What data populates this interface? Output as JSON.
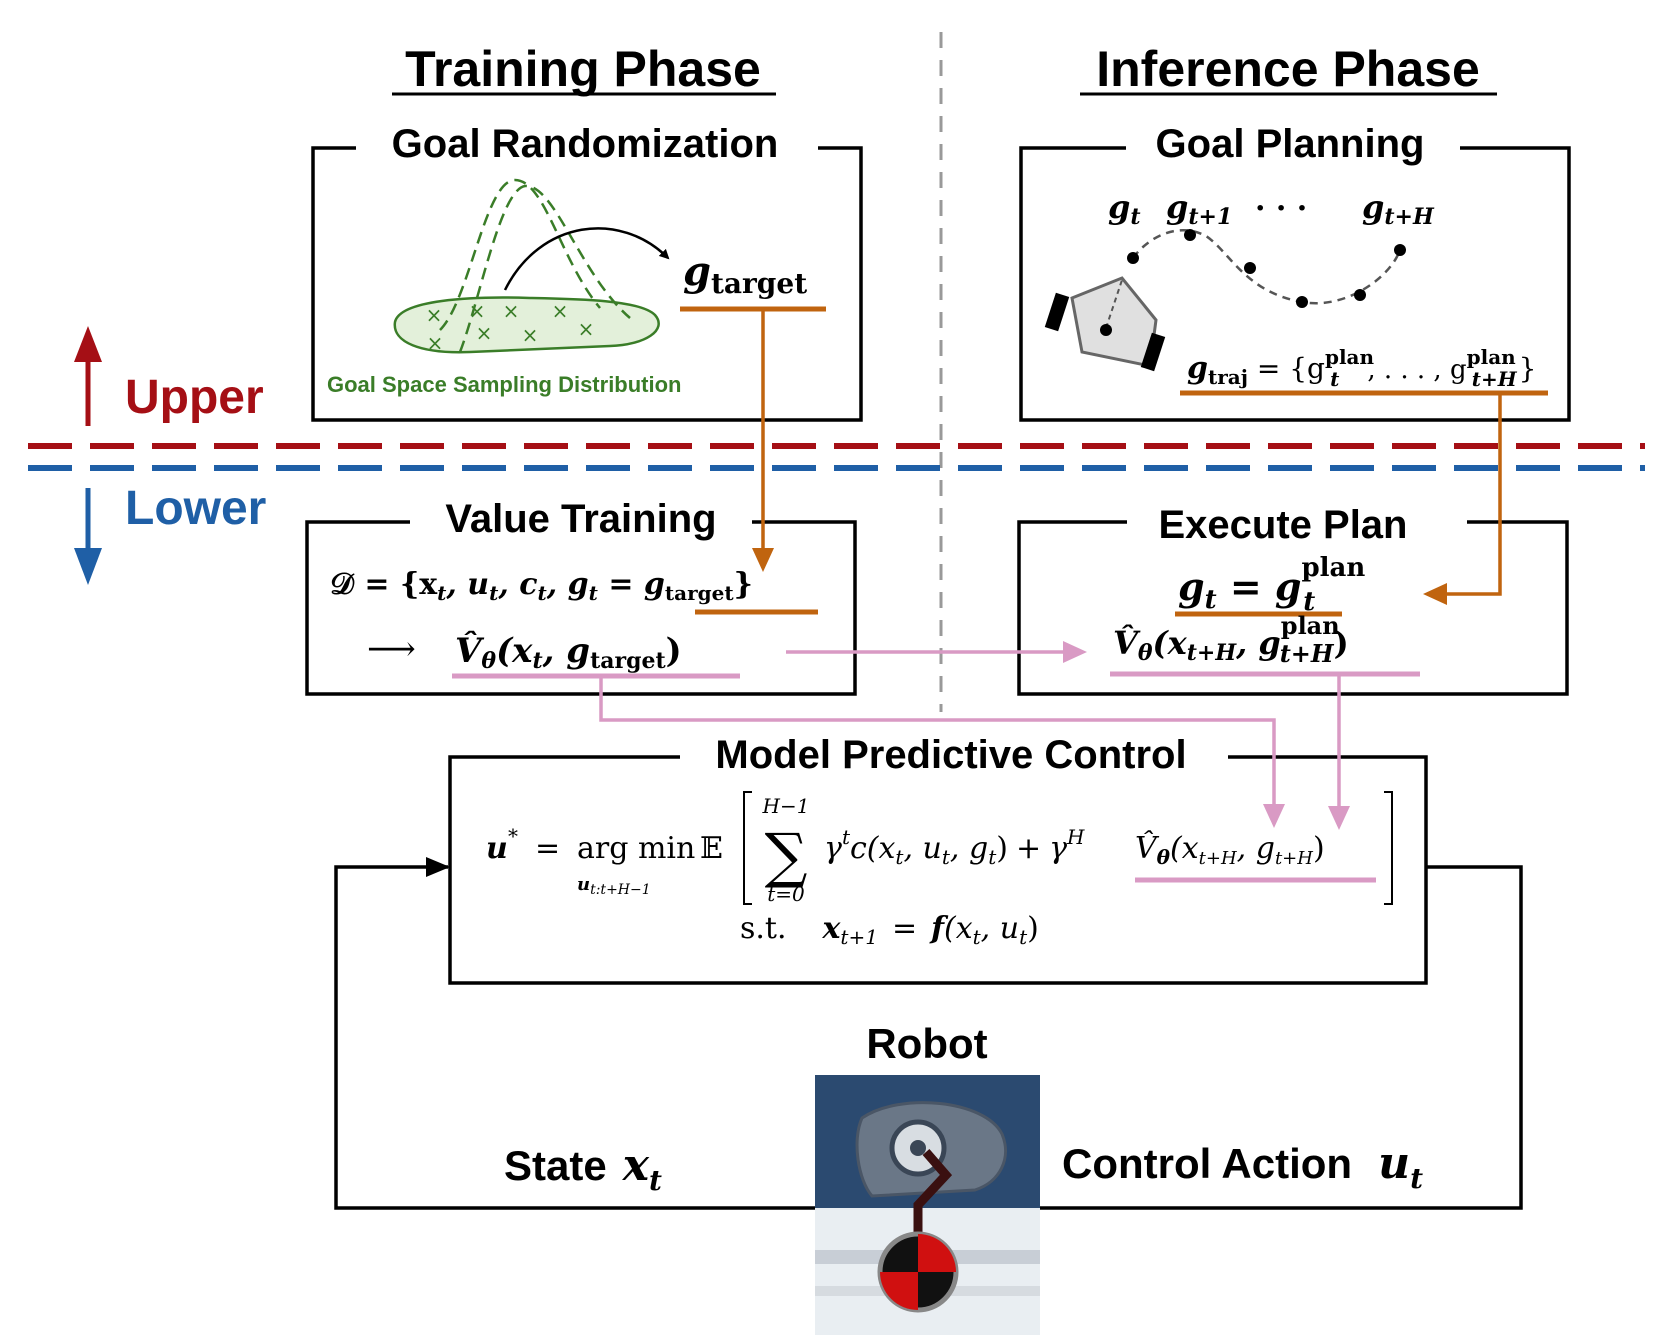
{
  "phases": {
    "training": "Training Phase",
    "inference": "Inference Phase"
  },
  "levels": {
    "upper": "Upper",
    "lower": "Lower"
  },
  "boxes": {
    "goal_randomization": {
      "title": "Goal Randomization",
      "caption": "Goal Space Sampling Distribution",
      "target": "g",
      "target_sub": "target"
    },
    "goal_planning": {
      "title": "Goal Planning",
      "seq": [
        "g",
        "t",
        "g",
        "t+1",
        "· · ·",
        "g",
        "t+H"
      ],
      "traj": "g",
      "traj_sub": "traj",
      "traj_rest": " = {g",
      "traj_sup1": "plan",
      "traj_sub1": "t",
      "traj_mid": ", . . . , g",
      "traj_sup2": "plan",
      "traj_sub2": "t+H",
      "traj_end": "}"
    },
    "value_training": {
      "title": "Value Training",
      "dataset": "𝒟 = {x",
      "dataset_parts": [
        "t",
        ", u",
        "t",
        ", c",
        "t",
        ", g",
        "t",
        " = g",
        "target",
        "}"
      ],
      "arrow": "⟶",
      "vhat": "V̂",
      "theta": "θ",
      "vargs": "(x",
      "vargs_sub": "t",
      "vargs_mid": ", g",
      "vargs_sub2": "target",
      "vargs_end": ")"
    },
    "execute_plan": {
      "title": "Execute Plan",
      "eq_lhs": "g",
      "eq_lhs_sub": "t",
      "eq_mid": " = g",
      "eq_sup": "plan",
      "eq_sub": "t",
      "v_lhs": "V̂",
      "v_theta": "θ",
      "v_open": "(x",
      "v_sub1": "t+H",
      "v_mid": ", g",
      "v_sup2": "plan",
      "v_sub2": "t+H",
      "v_end": ")"
    },
    "mpc": {
      "title": "Model Predictive Control",
      "ustar": "u",
      "ustar_sup": "*",
      "eq": "=",
      "argmin": "arg min",
      "argmin_sub": "u",
      "argmin_sub2": "t:t+H−1",
      "expect": "𝔼",
      "sum_top": "H−1",
      "sum_bot": "t=0",
      "sum": "∑",
      "term1": "γ",
      "term1_sup": "t",
      "term1_rest": "c(x",
      "t_sub": "t",
      "term1_u": ", u",
      "term1_g": ", g",
      "close": ")",
      "plus": "+",
      "term2": "γ",
      "term2_sup": "H",
      "vhat": "V̂",
      "theta": "θ",
      "v_open": "(x",
      "v_sub": "t+H",
      "v_g": ", g",
      "v_gsub": "t+H",
      "v_close": ")",
      "st": "s.t.",
      "dyn_lhs": "x",
      "dyn_lhs_sub": "t+1",
      "dyn_eq": "=",
      "dyn_f": "f",
      "dyn_args": "(x",
      "dyn_sub1": "t",
      "dyn_u": ", u",
      "dyn_sub2": "t",
      "dyn_close": ")"
    }
  },
  "robot": {
    "label": "Robot"
  },
  "loop": {
    "state_label": "State",
    "state_var": "x",
    "state_sub": "t",
    "action_label": "Control Action",
    "action_var": "u",
    "action_sub": "t"
  },
  "colors": {
    "upper": "#a50f15",
    "lower": "#1f5fa6",
    "orange": "#c0640f",
    "pink": "#d99ac4",
    "green": "#3a7d28",
    "green_fill": "#e3f0da",
    "robot_bg": "#2b4a70"
  }
}
